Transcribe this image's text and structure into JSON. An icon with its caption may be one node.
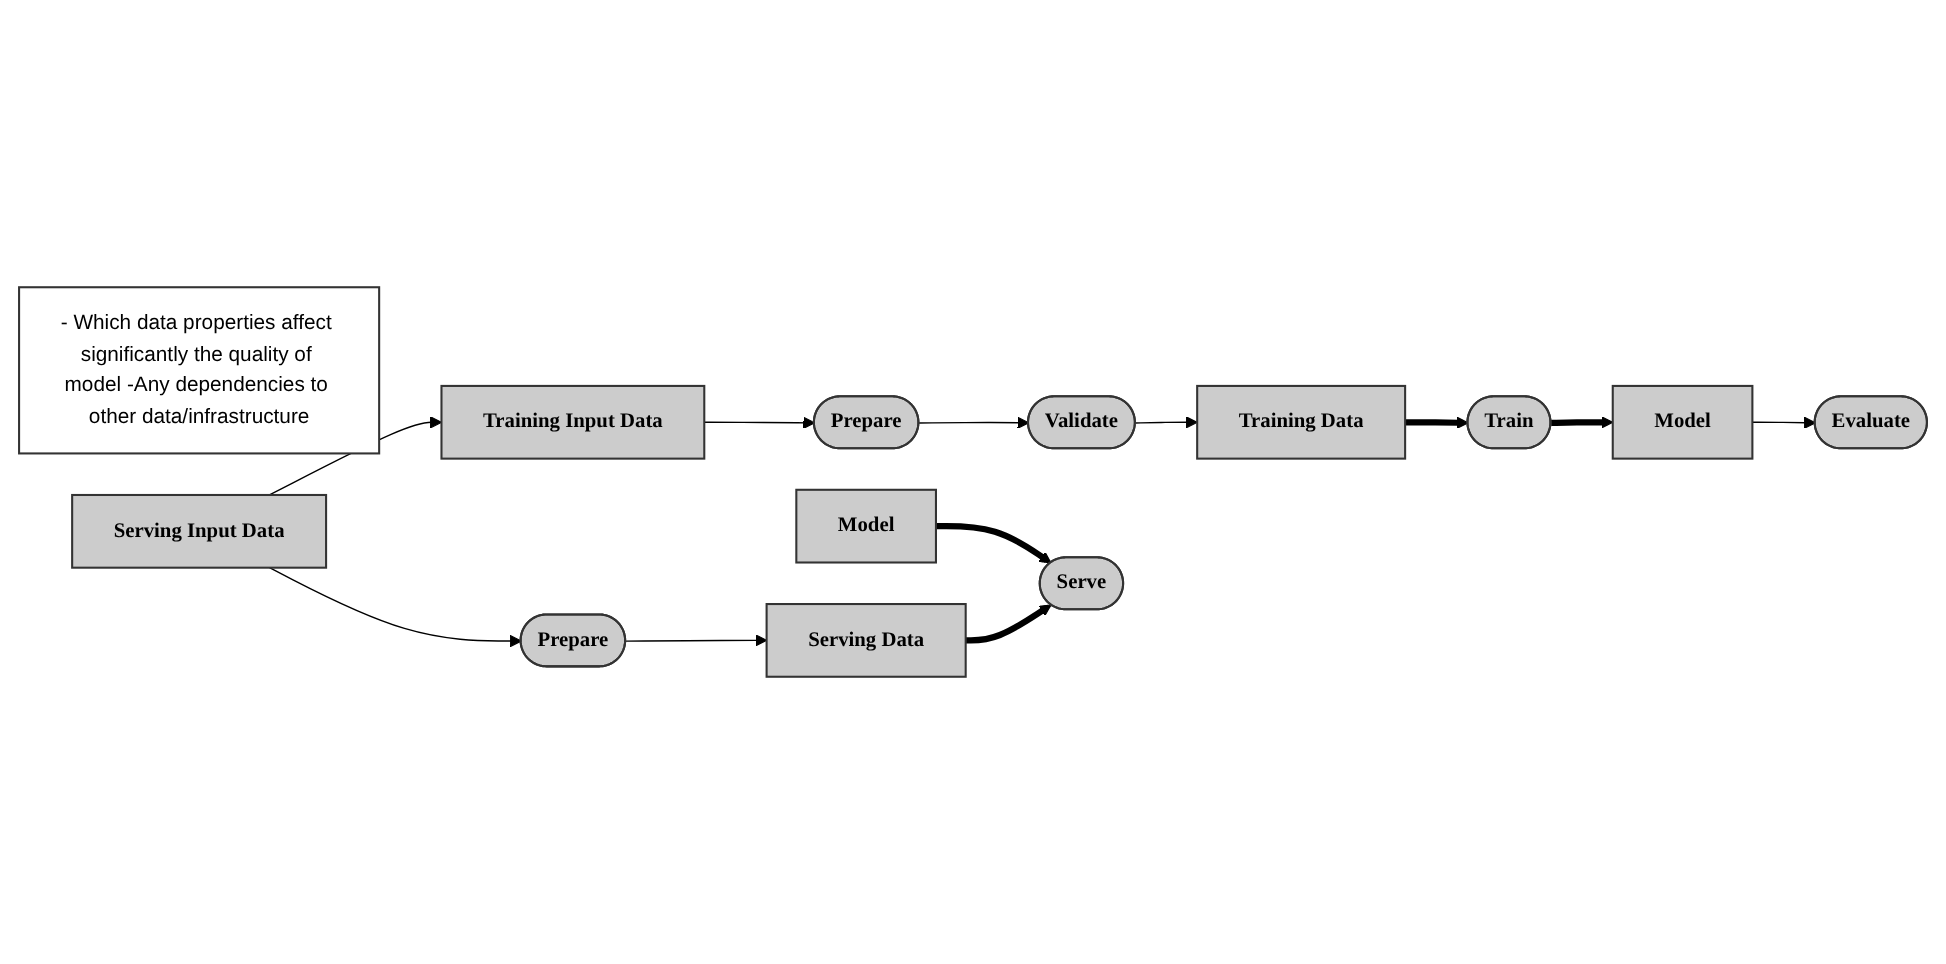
{
  "diagram": {
    "nodes": [
      {
        "text": [
          "Training Data"
        ]
      },
      {
        "text": [
          "Train"
        ]
      },
      {
        "text": [
          "Model"
        ]
      },
      {
        "text": [
          "Evaluate"
        ]
      },
      {
        "text": [
          "- Which data properties affect significantly the quality of model -Any dependencies to other data/infrastructure"
        ]
      },
      {
        "text": [
          "Validate"
        ]
      },
      {
        "text": [
          "Prepare"
        ]
      },
      {
        "text": [
          "Training Input Data"
        ]
      },
      {
        "text": [
          "Model"
        ]
      },
      {
        "text": [
          "Serve"
        ]
      },
      {
        "text": [
          "Serving Data"
        ]
      },
      {
        "text": [
          "Prepare"
        ]
      },
      {
        "text": [
          "Serving Input Data"
        ]
      }
    ],
    "edges": [
      {
        "from": 0,
        "to": 1,
        "arrow": "to",
        "style": "thick"
      },
      {
        "from": 1,
        "to": 2,
        "arrow": "to",
        "style": "thick"
      },
      {
        "from": 2,
        "to": 3,
        "arrow": "to"
      },
      {
        "from": 5,
        "to": 0,
        "arrow": "to"
      },
      {
        "from": 6,
        "to": 5,
        "arrow": "to"
      },
      {
        "from": 7,
        "to": 6,
        "arrow": "to"
      },
      {
        "from": 12,
        "to": 7,
        "arrow": "to"
      },
      {
        "from": 12,
        "to": 11,
        "arrow": "to"
      },
      {
        "from": 11,
        "to": 10,
        "arrow": "to"
      },
      {
        "from": 8,
        "to": 9,
        "arrow": "to",
        "style": "thick"
      },
      {
        "from": 10,
        "to": 9,
        "arrow": "to",
        "style": "thick"
      }
    ]
  }
}
